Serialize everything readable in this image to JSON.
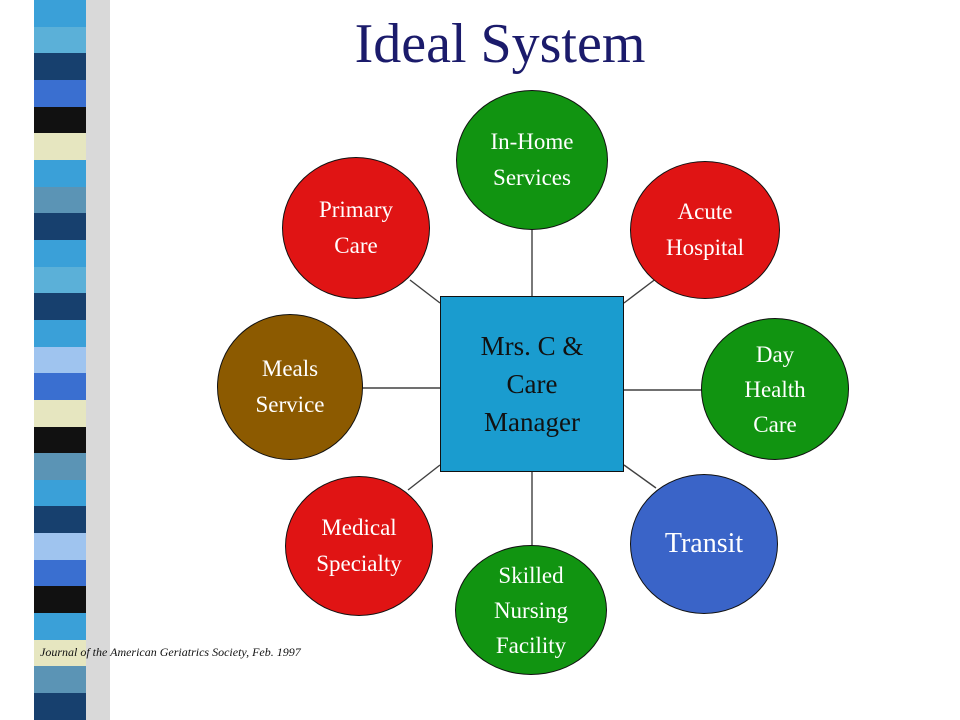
{
  "slide": {
    "title": "Ideal System",
    "citation": "Journal of the American Geriatrics Society, Feb. 1997"
  },
  "diagram": {
    "center": {
      "label": "Mrs. C &\nCare\n Manager",
      "color": "#1a9ccf"
    },
    "nodes": [
      {
        "id": "in-home-services",
        "label": "In-Home\nServices",
        "color": "#119411"
      },
      {
        "id": "primary-care",
        "label": "Primary\nCare",
        "color": "#e01414"
      },
      {
        "id": "acute-hospital",
        "label": "Acute\nHospital",
        "color": "#e01414"
      },
      {
        "id": "meals-service",
        "label": "Meals\nService",
        "color": "#8c5a00"
      },
      {
        "id": "day-health-care",
        "label": "Day\nHealth\nCare",
        "color": "#119411"
      },
      {
        "id": "medical-specialty",
        "label": "Medical\nSpecialty",
        "color": "#e01414"
      },
      {
        "id": "transit",
        "label": "Transit",
        "color": "#3a64c8"
      },
      {
        "id": "skilled-nursing-facility",
        "label": "Skilled\nNursing\nFacility",
        "color": "#119411"
      }
    ]
  },
  "decor": {
    "stripe_colors": [
      "#3aa0d8",
      "#5bb0d8",
      "#17406e",
      "#3a6fd0",
      "#111111",
      "#e6e6c0",
      "#3aa0d8",
      "#5b94b5",
      "#17406e",
      "#3aa0d8",
      "#5bb0d8",
      "#17406e",
      "#3aa0d8",
      "#9fc4ef",
      "#3a6fd0",
      "#e6e6c0",
      "#111111",
      "#5b94b5",
      "#3aa0d8",
      "#17406e",
      "#9fc4ef",
      "#3a6fd0",
      "#111111",
      "#3aa0d8",
      "#e6e6c0",
      "#5b94b5",
      "#17406e"
    ]
  }
}
